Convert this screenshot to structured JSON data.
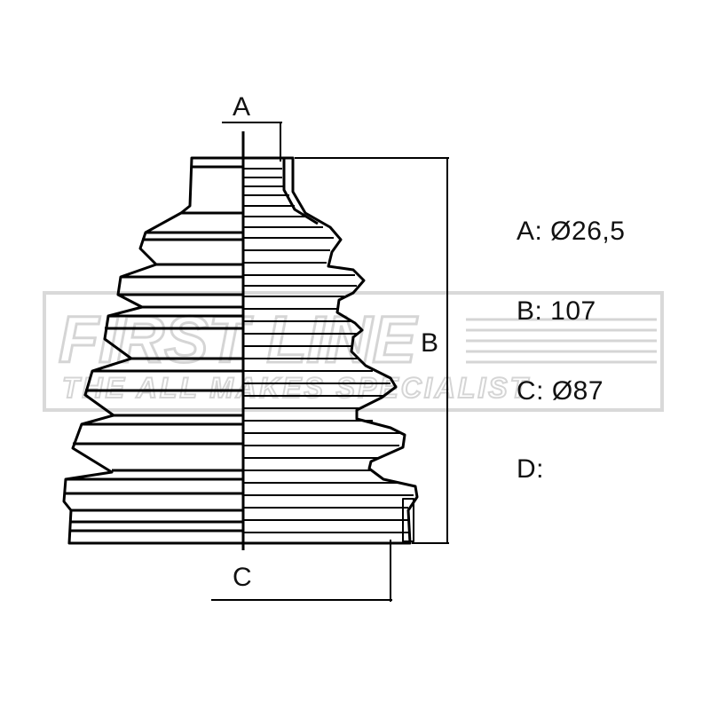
{
  "labels": {
    "a": "A",
    "b": "B",
    "c": "C"
  },
  "specs": [
    {
      "text": "A: Ø26,5"
    },
    {
      "text": "B: 107"
    },
    {
      "text": "C: Ø87"
    },
    {
      "text": "D:"
    }
  ],
  "watermark": {
    "brand": "FIRST LINE",
    "tagline": "THE ALL MAKES SPECIALIST"
  }
}
